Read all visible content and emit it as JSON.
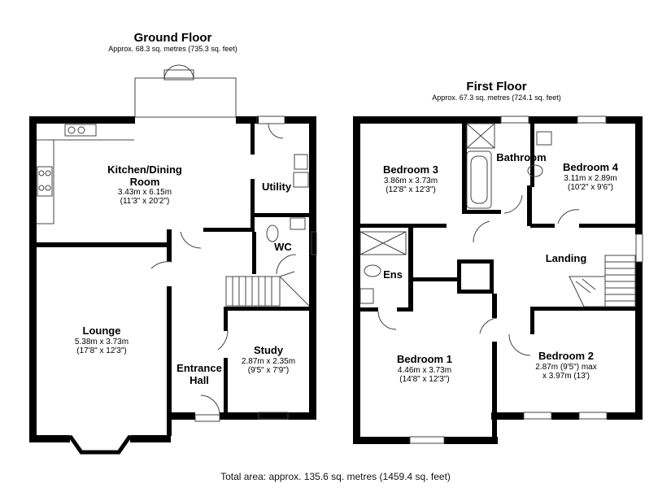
{
  "ground_floor": {
    "title": "Ground Floor",
    "area": "Approx. 68.3 sq. metres (735.3 sq. feet)",
    "rooms": {
      "kitchen": {
        "name": "Kitchen/Dining\nRoom",
        "metric": "3.43m x 6.15m",
        "imperial": "(11'3\" x 20'2\")"
      },
      "utility": {
        "name": "Utility"
      },
      "wc": {
        "name": "WC"
      },
      "lounge": {
        "name": "Lounge",
        "metric": "5.38m x 3.73m",
        "imperial": "(17'8\" x 12'3\")"
      },
      "study": {
        "name": "Study",
        "metric": "2.87m x 2.35m",
        "imperial": "(9'5\" x 7'9\")"
      },
      "hall": {
        "name": "Entrance\nHall"
      }
    }
  },
  "first_floor": {
    "title": "First Floor",
    "area": "Approx. 67.3 sq. metres (724.1 sq. feet)",
    "rooms": {
      "bedroom3": {
        "name": "Bedroom 3",
        "metric": "3.86m x 3.73m",
        "imperial": "(12'8\" x 12'3\")"
      },
      "bathroom": {
        "name": "Bathroom"
      },
      "bedroom4": {
        "name": "Bedroom 4",
        "metric": "3.11m x 2.89m",
        "imperial": "(10'2\" x 9'6\")"
      },
      "ens": {
        "name": "Ens"
      },
      "landing": {
        "name": "Landing"
      },
      "bedroom1": {
        "name": "Bedroom 1",
        "metric": "4.46m x 3.73m",
        "imperial": "(14'8\" x 12'3\")"
      },
      "bedroom2": {
        "name": "Bedroom 2",
        "metric": "2.87m (9'5\") max",
        "imperial": "x 3.97m (13')"
      }
    }
  },
  "total_area": "Total area: approx. 135.6 sq. metres (1459.4 sq. feet)",
  "colors": {
    "wall": "#000000",
    "fixture": "#444444",
    "background": "#ffffff"
  }
}
